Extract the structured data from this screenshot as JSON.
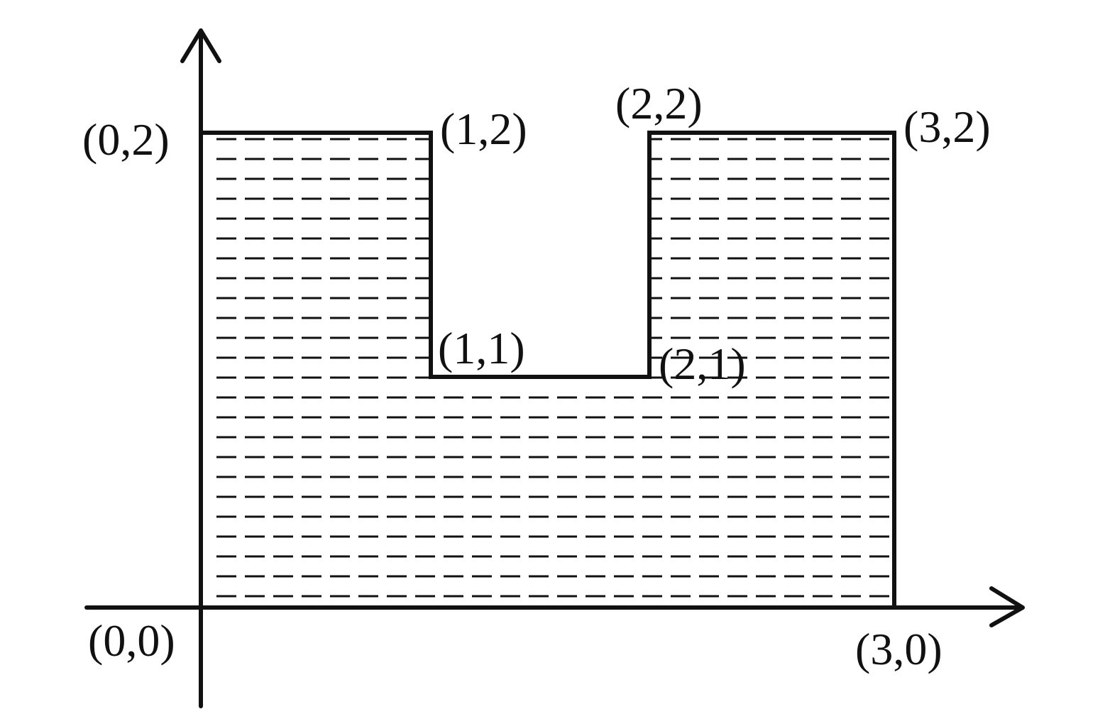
{
  "figure": {
    "ink_color": "#111111",
    "background_color": "#ffffff",
    "region": {
      "fill_pattern": "horizontal-dashes",
      "vertices": [
        {
          "x": 0,
          "y": 0
        },
        {
          "x": 0,
          "y": 2
        },
        {
          "x": 1,
          "y": 2
        },
        {
          "x": 1,
          "y": 1
        },
        {
          "x": 2,
          "y": 1
        },
        {
          "x": 2,
          "y": 2
        },
        {
          "x": 3,
          "y": 2
        },
        {
          "x": 3,
          "y": 0
        }
      ]
    },
    "labels": {
      "p00": "(0,0)",
      "p02": "(0,2)",
      "p12": "(1,2)",
      "p11": "(1,1)",
      "p22": "(2,2)",
      "p21": "(2,1)",
      "p32": "(3,2)",
      "p30": "(3,0)"
    }
  }
}
